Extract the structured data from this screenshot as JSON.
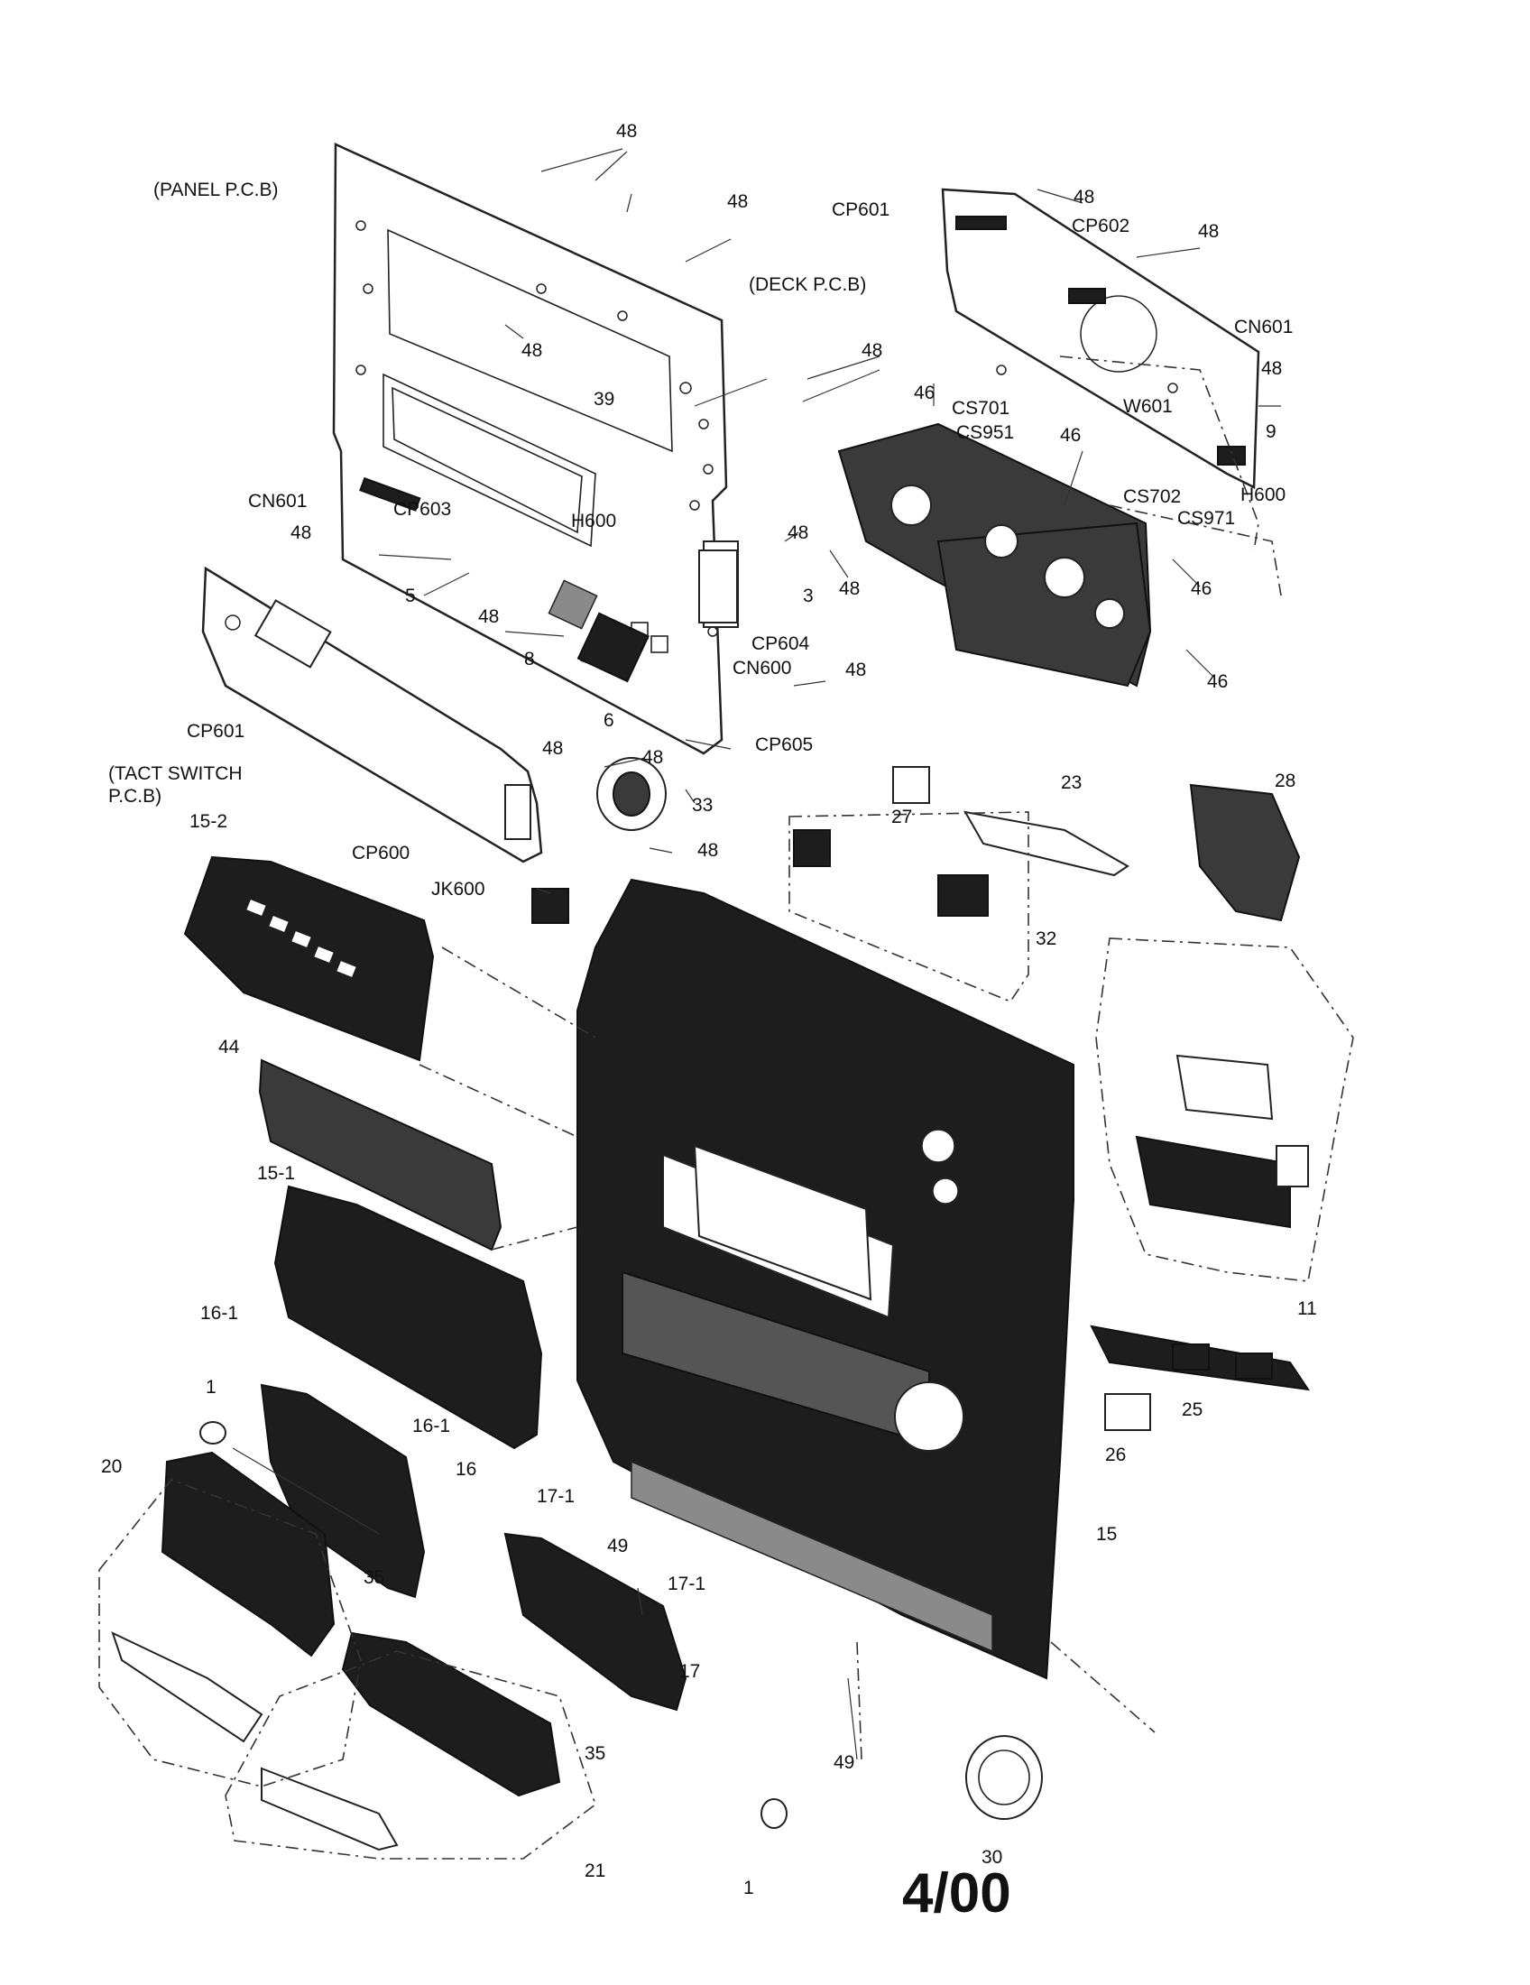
{
  "diagram": {
    "footer_code": "4/00",
    "labels": {
      "panel_pcb": "(PANEL P.C.B)",
      "deck_pcb": "(DECK P.C.B)",
      "tact_switch_line1": "(TACT SWITCH",
      "tact_switch_line2": "P.C.B)",
      "cp601_deck": "CP601",
      "cp602": "CP602",
      "cn601_deck": "CN601",
      "w601": "W601",
      "h600_deck": "H600",
      "cs701": "CS701",
      "cs951": "CS951",
      "cs702": "CS702",
      "cs971": "CS971",
      "cn601_panel": "CN601",
      "cp603": "CP603",
      "h600_panel": "H600",
      "cp604": "CP604",
      "cn600": "CN600",
      "cp605": "CP605",
      "cp601_tact": "CP601",
      "cp600": "CP600",
      "jk600": "JK600",
      "n48": "48",
      "n46": "46",
      "n39": "39",
      "n9": "9",
      "n5": "5",
      "n8": "8",
      "n3": "3",
      "n6": "6",
      "n33": "33",
      "n27": "27",
      "n23": "23",
      "n28": "28",
      "n32": "32",
      "n15_2": "15-2",
      "n44": "44",
      "n15_1": "15-1",
      "n16_1": "16-1",
      "n1": "1",
      "n16": "16",
      "n20": "20",
      "n35": "35",
      "n17_1": "17-1",
      "n49": "49",
      "n17": "17",
      "n21": "21",
      "n15": "15",
      "n11": "11",
      "n25": "25",
      "n26": "26",
      "n30": "30"
    }
  }
}
